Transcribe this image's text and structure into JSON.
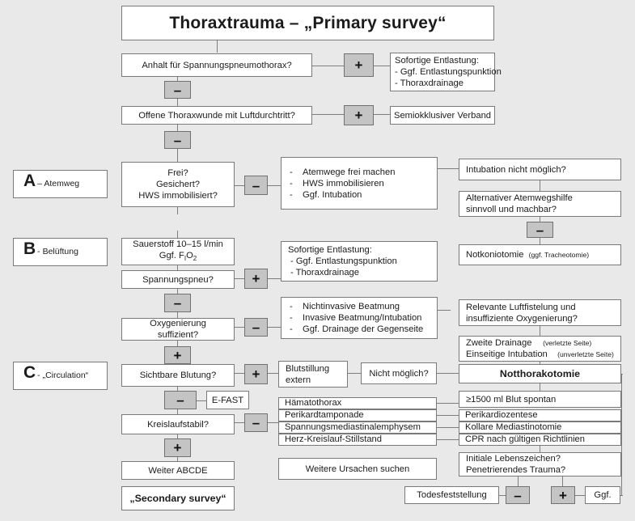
{
  "title": "Thoraxtrauma – „Primary survey“",
  "operators": {
    "plus": "+",
    "minus": "–"
  },
  "section_labels": [
    {
      "letter": "A",
      "text": "– Atemweg"
    },
    {
      "letter": "B",
      "text": "- Belüftung"
    },
    {
      "letter": "C",
      "text": "- „Circulation“"
    }
  ],
  "nodes": {
    "spannungspneumothorax_q": "Anhalt für Spannungspneumothorax?",
    "sofortige_entlastung_1": {
      "l1": "Sofortige Entlastung:",
      "l2": "- Ggf. Entlastungspunktion",
      "l3": "- Thoraxdrainage"
    },
    "offene_thoraxwunde_q": "Offene Thoraxwunde mit Luftdurchtritt?",
    "semiokklusiver_verband": "Semiokklusiver Verband",
    "atemweg_q": {
      "l1": "Frei?",
      "l2": "Gesichert?",
      "l3": "HWS immobilisiert?"
    },
    "atemweg_actions": {
      "l1": "Atemwege frei machen",
      "l2": "HWS immobilisieren",
      "l3": "Ggf. Intubation"
    },
    "intubation_nicht_moeglich": "Intubation nicht möglich?",
    "alternativer_atemweg": {
      "l1": "Alternativer Atemwegshilfe",
      "l2": "sinnvoll und machbar?"
    },
    "notkoniotomie": {
      "main": "Notkoniotomie",
      "note": "(ggf. Tracheotomie)"
    },
    "sauerstoff": {
      "l1": "Sauerstoff 10–15 l/min",
      "l2a": "Ggf. F",
      "l2b": "I",
      "l2c": "O",
      "l2d": "2"
    },
    "spannungspneu_q": "Spannungspneu?",
    "sofortige_entlastung_2": {
      "l1": "Sofortige Entlastung:",
      "l2": "- Ggf. Entlastungspunktion",
      "l3": "- Thoraxdrainage"
    },
    "oxygenierung_q": {
      "l1": "Oxygenierung",
      "l2": "suffizient?"
    },
    "beatmung_actions": {
      "l1": "Nichtinvasive Beatmung",
      "l2": "Invasive Beatmung/Intubation",
      "l3": "Ggf. Drainage der Gegenseite"
    },
    "luftfistelung_q": {
      "l1": "Relevante Luftfistelung und",
      "l2": "insuffiziente Oxygenierung?"
    },
    "drainage_intubation": {
      "r1a": "Zweite Drainage",
      "r1b": "(verletzte Seite)",
      "r2a": "Einseitige Intubation",
      "r2b": "(unverletzte Seite)"
    },
    "sichtbare_blutung_q": "Sichtbare Blutung?",
    "blutstillung": {
      "l1": "Blutstillung",
      "l2": "extern"
    },
    "nicht_moeglich_q": "Nicht möglich?",
    "notthorakotomie": "Notthorakotomie",
    "blut_spontan": "≥1500 ml Blut spontan",
    "e_fast": "E-FAST",
    "kreislaufstabil_q": "Kreislaufstabil?",
    "causes": [
      "Hämatothorax",
      "Perikardtamponade",
      "Spannungsmediastinalemphysem",
      "Herz-Kreislauf-Stillstand"
    ],
    "treatments": [
      "Perikardiozentese",
      "Kollare Mediastinotomie",
      "CPR nach gültigen Richtlinien"
    ],
    "weiter_abcde": "Weiter ABCDE",
    "weitere_ursachen": "Weitere Ursachen suchen",
    "lebenszeichen_q": {
      "l1": "Initiale Lebenszeichen?",
      "l2": "Penetrierendes Trauma?"
    },
    "secondary_survey": "„Secondary survey“",
    "todesfeststellung": "Todesfeststellung",
    "ggf": "Ggf."
  },
  "colors": {
    "background": "#e9e9e9",
    "box_fill": "#ffffff",
    "border": "#77797b",
    "operator_fill": "#c4c4c4",
    "text": "#1b1b1b"
  }
}
